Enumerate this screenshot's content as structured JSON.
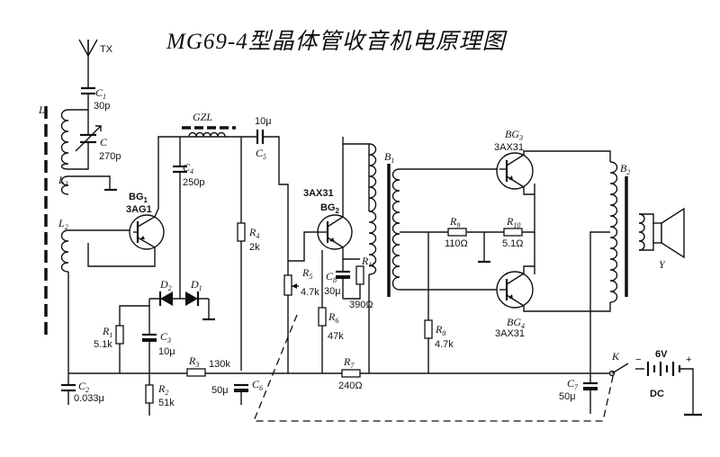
{
  "title": "MG69-4型晶体管收音机电原理图",
  "antenna": {
    "label": "TX"
  },
  "parts": {
    "C1": {
      "name": "C",
      "sub": "1",
      "value": "30p"
    },
    "L1": {
      "name": "L",
      "sub": "1"
    },
    "C": {
      "name": "C",
      "value": "270p"
    },
    "L3": {
      "name": "L",
      "sub": "3"
    },
    "L2": {
      "name": "L",
      "sub": "2"
    },
    "BG1": {
      "name": "BG",
      "sub": "1",
      "model": "3AG1"
    },
    "GZL": {
      "name": "GZL"
    },
    "C4": {
      "name": "C",
      "sub": "4",
      "value": "250p"
    },
    "C5": {
      "name": "C",
      "sub": "5",
      "value": "10μ"
    },
    "R4": {
      "name": "R",
      "sub": "4",
      "value": "2k"
    },
    "D2": {
      "name": "D",
      "sub": "2"
    },
    "D1": {
      "name": "D",
      "sub": "1"
    },
    "R1": {
      "name": "R",
      "sub": "1",
      "value": "5.1k"
    },
    "C3": {
      "name": "C",
      "sub": "3",
      "value": "10μ"
    },
    "R3": {
      "name": "R",
      "sub": "3",
      "value": "130k"
    },
    "C2": {
      "name": "C",
      "sub": "2",
      "value": "0.033μ"
    },
    "R2": {
      "name": "R",
      "sub": "2",
      "value": "51k"
    },
    "C6": {
      "name": "C",
      "sub": "6",
      "value": "50μ"
    },
    "BG2": {
      "name": "BG",
      "sub": "2",
      "model": "3AX31"
    },
    "R5": {
      "name": "R",
      "sub": "5",
      "value": "4.7k"
    },
    "C8": {
      "name": "C",
      "sub": "8",
      "value": "30μ"
    },
    "R11": {
      "name": "R",
      "sub": "11",
      "value": "390Ω"
    },
    "R6": {
      "name": "R",
      "sub": "6",
      "value": "47k"
    },
    "R7": {
      "name": "R",
      "sub": "7",
      "value": "240Ω"
    },
    "B1": {
      "name": "B",
      "sub": "1"
    },
    "R9": {
      "name": "R",
      "sub": "9",
      "value": "110Ω"
    },
    "R10": {
      "name": "R",
      "sub": "10",
      "value": "5.1Ω"
    },
    "R8": {
      "name": "R",
      "sub": "8",
      "value": "4.7k"
    },
    "BG3": {
      "name": "BG",
      "sub": "3",
      "model": "3AX31"
    },
    "BG4": {
      "name": "BG",
      "sub": "4",
      "model": "3AX31"
    },
    "B2": {
      "name": "B",
      "sub": "2"
    },
    "Y": {
      "name": "Y"
    },
    "K": {
      "name": "K"
    },
    "C7": {
      "name": "C",
      "sub": "7",
      "value": "50μ"
    },
    "battery": {
      "voltage": "6V",
      "type": "DC"
    }
  }
}
